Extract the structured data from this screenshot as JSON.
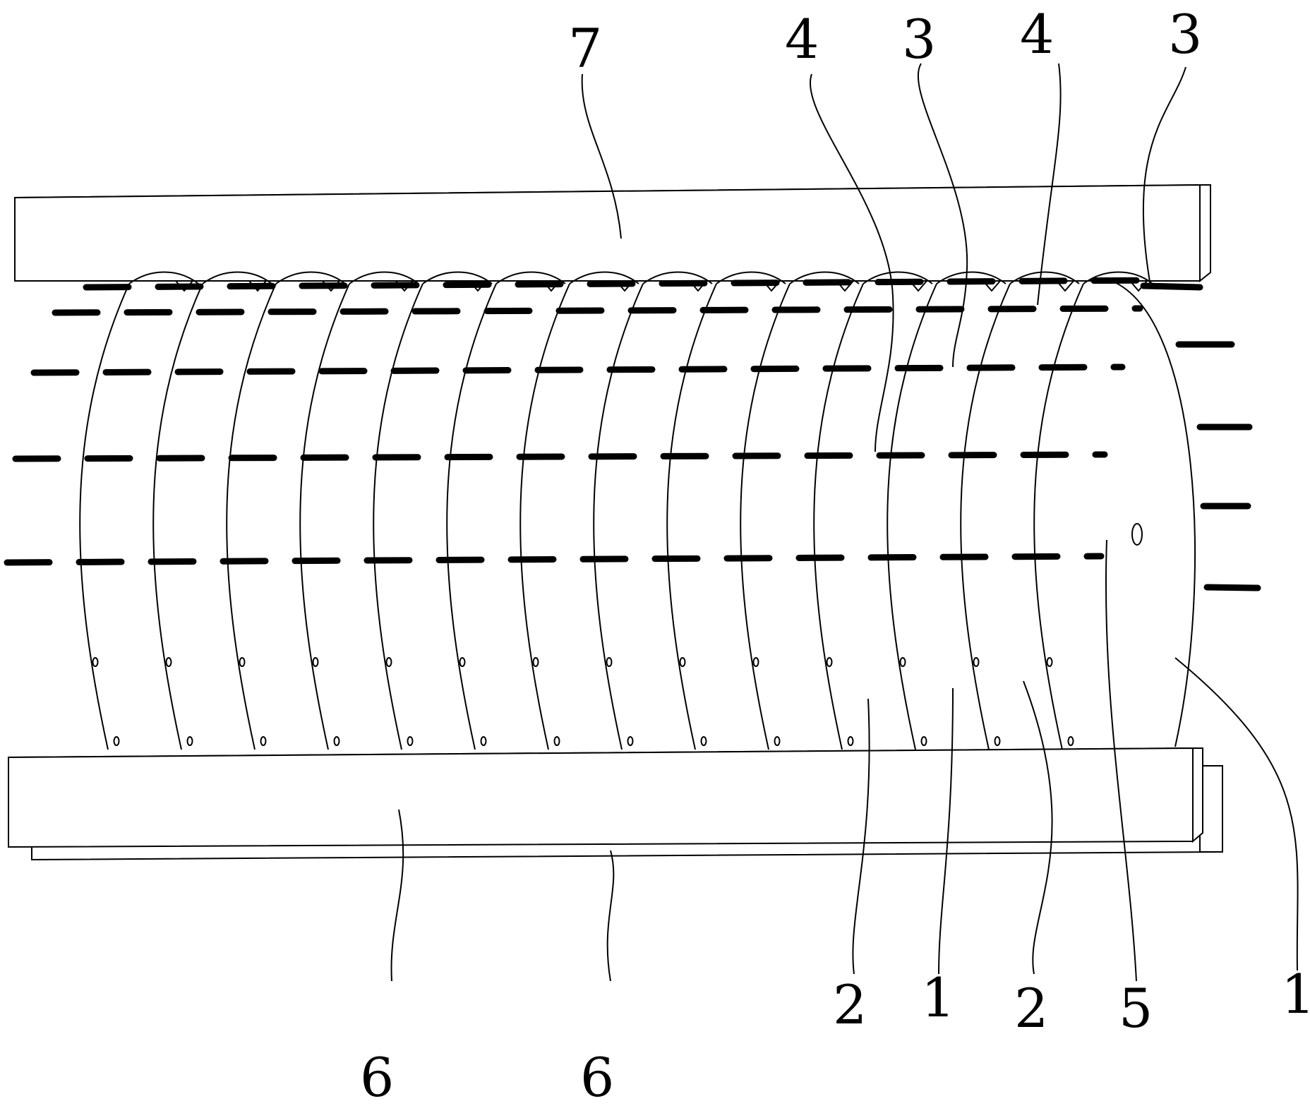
{
  "figure": {
    "colors": {
      "line": "#000000",
      "fill": "#ffffff"
    },
    "labels": {
      "top_bar": "7",
      "upper_4_left": "4",
      "upper_3_left": "3",
      "upper_4_right": "4",
      "upper_3_right": "3",
      "bottom_6_left": "6",
      "bottom_6_right": "6",
      "bottom_2_left": "2",
      "bottom_1_left": "1",
      "bottom_2_right": "2",
      "bottom_5": "5",
      "bottom_1_right": "1"
    }
  }
}
